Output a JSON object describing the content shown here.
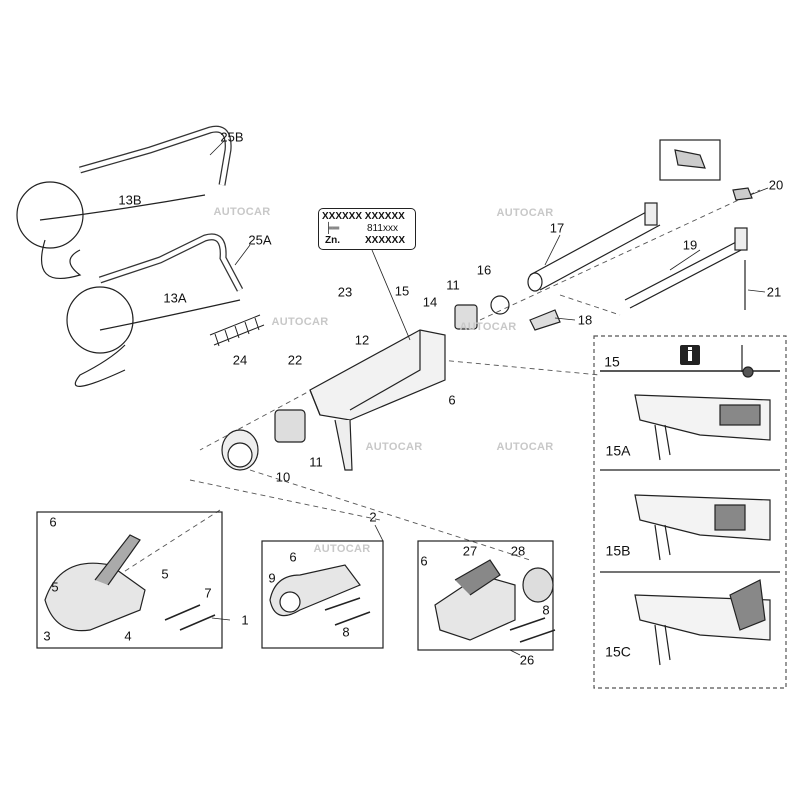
{
  "watermark": "AUTOCAR",
  "plate": {
    "line1": "XXXXXX XXXXXX",
    "code": "811xxx",
    "zn": "Zn.",
    "zn_value": "XXXXXX"
  },
  "labels": {
    "p25B": "25B",
    "p13B": "13B",
    "p25A": "25A",
    "p13A": "13A",
    "p23": "23",
    "p15": "15",
    "p14": "14",
    "p11a": "11",
    "p16": "16",
    "p17": "17",
    "p19": "19",
    "p20": "20",
    "p21": "21",
    "p18": "18",
    "p12": "12",
    "p22": "22",
    "p24": "24",
    "p6a": "6",
    "p11b": "11",
    "p10": "10",
    "p2": "2",
    "p6b": "6",
    "p5a": "5",
    "p3": "3",
    "p5b": "5",
    "p4": "4",
    "p7": "7",
    "p1": "1",
    "p6c": "6",
    "p9": "9",
    "p8a": "8",
    "p6d": "6",
    "p27": "27",
    "p28": "28",
    "p8b": "8",
    "p26": "26"
  },
  "panel": {
    "title": "15",
    "info_icon": "info-icon",
    "jockey_icon": "jockey-wheel-icon",
    "variants": [
      "15A",
      "15B",
      "15C"
    ]
  }
}
